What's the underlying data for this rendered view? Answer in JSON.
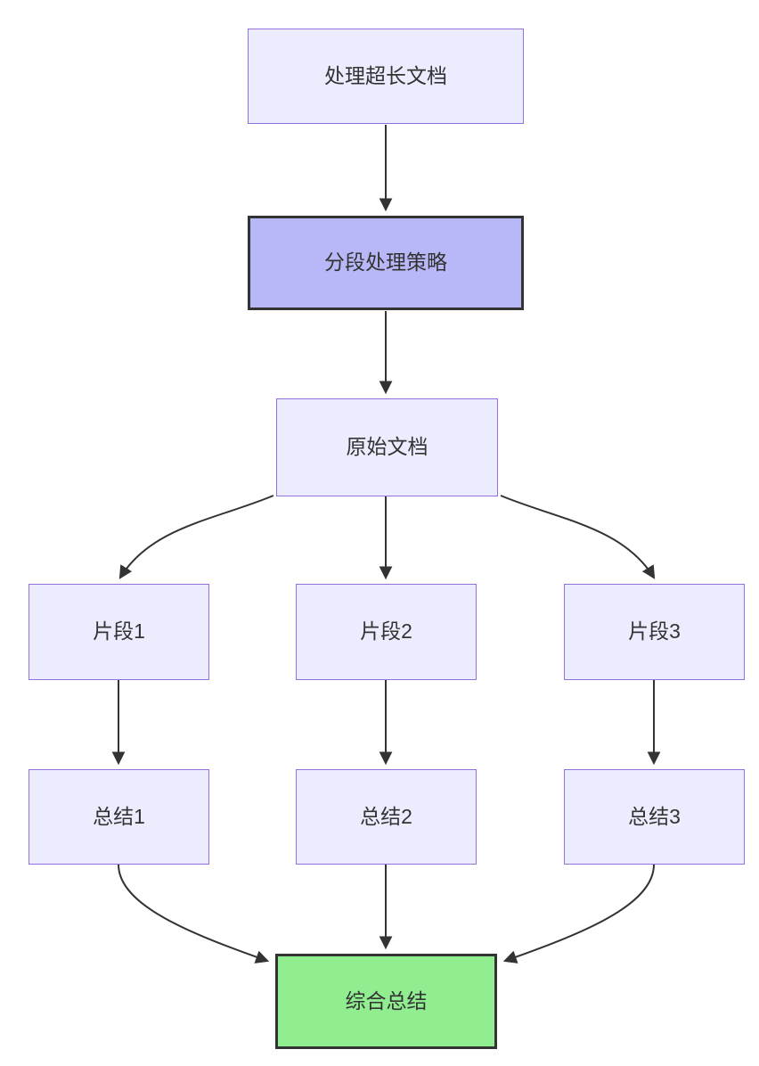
{
  "diagram": {
    "type": "flowchart",
    "direction": "top-down",
    "nodes": {
      "process_long_doc": {
        "label": "处理超长文档",
        "style": "default"
      },
      "strategy": {
        "label": "分段处理策略",
        "style": "emphasis"
      },
      "original_doc": {
        "label": "原始文档",
        "style": "default"
      },
      "fragment1": {
        "label": "片段1",
        "style": "default"
      },
      "fragment2": {
        "label": "片段2",
        "style": "default"
      },
      "fragment3": {
        "label": "片段3",
        "style": "default"
      },
      "summary1": {
        "label": "总结1",
        "style": "default"
      },
      "summary2": {
        "label": "总结2",
        "style": "default"
      },
      "summary3": {
        "label": "总结3",
        "style": "default"
      },
      "final_summary": {
        "label": "综合总结",
        "style": "success"
      }
    },
    "edges": [
      {
        "from": "process_long_doc",
        "to": "strategy"
      },
      {
        "from": "strategy",
        "to": "original_doc"
      },
      {
        "from": "original_doc",
        "to": "fragment1"
      },
      {
        "from": "original_doc",
        "to": "fragment2"
      },
      {
        "from": "original_doc",
        "to": "fragment3"
      },
      {
        "from": "fragment1",
        "to": "summary1"
      },
      {
        "from": "fragment2",
        "to": "summary2"
      },
      {
        "from": "fragment3",
        "to": "summary3"
      },
      {
        "from": "summary1",
        "to": "final_summary"
      },
      {
        "from": "summary2",
        "to": "final_summary"
      },
      {
        "from": "summary3",
        "to": "final_summary"
      }
    ],
    "colors": {
      "node_fill": "#ECECFF",
      "node_border": "#9370DB",
      "emphasis_fill": "#b8b8f8",
      "emphasis_border": "#333333",
      "success_fill": "#90EE90",
      "success_border": "#333333",
      "edge_color": "#333333",
      "text_color": "#333333",
      "background": "#ffffff"
    }
  }
}
